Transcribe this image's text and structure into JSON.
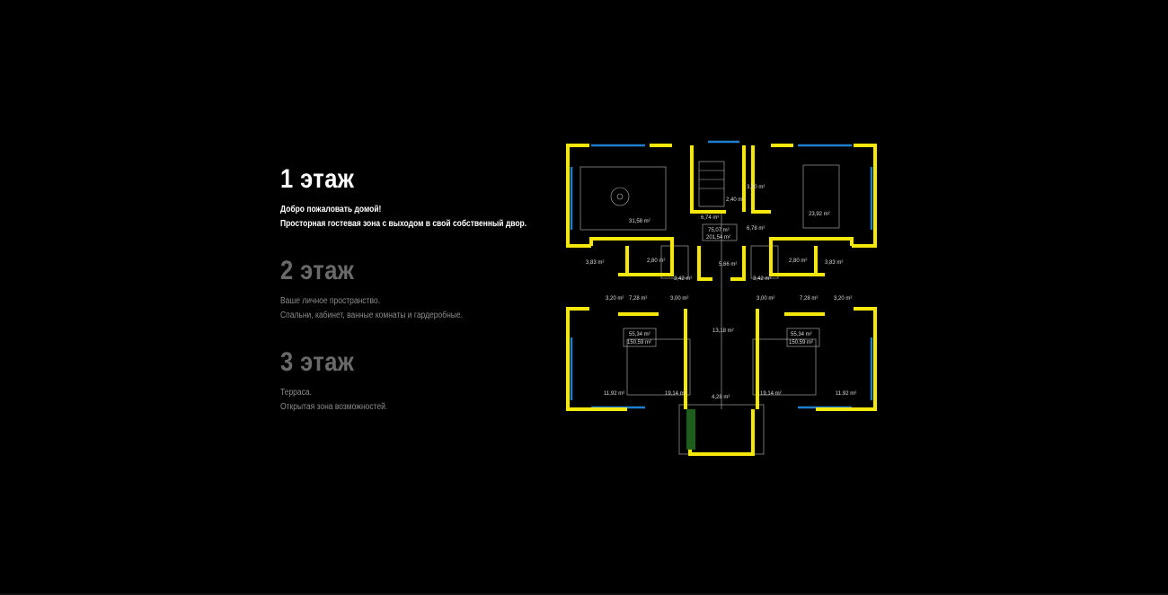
{
  "floors": [
    {
      "title": "1 этаж",
      "line1": "Добро пожаловать домой!",
      "line2": "Просторная гостевая зона с выходом в свой собственный двор.",
      "active": true
    },
    {
      "title": "2 этаж",
      "line1": "Ваше личное пространство.",
      "line2": "Спальни, кабинет, ванные комнаты и гардеробные.",
      "active": false
    },
    {
      "title": "3 этаж",
      "line1": "Терраса.",
      "line2": "Открытая зона возможностей.",
      "active": false
    }
  ],
  "plan": {
    "colors": {
      "wall": "#f5e60c",
      "window": "#1e7fd0",
      "line": "#bbbbbb",
      "green": "#1d5e1d"
    },
    "areas": {
      "living": "31,58 m²",
      "hall": "6,74 m²",
      "wc_top": "2,40 m²",
      "pantry": "3,90 m²",
      "kitchen": "23,92 m²",
      "vestibule": "6,78 m²",
      "unit_top_total": "75,07 m²",
      "unit_top_total2": "201,54 m²",
      "left_small": "3,83 m²",
      "left_wc": "2,80 m²",
      "left_stair": "3,42 m²",
      "corridor_mid": "5,66 m²",
      "right_stair": "3,42 m²",
      "right_wc": "2,80 m²",
      "right_small": "3,83 m²",
      "left_a": "3,20 m²",
      "left_b": "7,28 m²",
      "left_c": "3,00 m²",
      "right_c": "3,00 m²",
      "right_b": "7,28 m²",
      "right_a": "3,20 m²",
      "unit_left_total": "55,34 m²",
      "unit_left_total2": "150,59 m²",
      "center_corr": "13,18 m²",
      "unit_right_total": "55,34 m²",
      "unit_right_total2": "150,59 m²",
      "left_bed": "11,92 m²",
      "left_living": "19,14 m²",
      "entry": "4,28 m²",
      "right_living": "19,14 m²",
      "right_bed": "11,92 m²"
    }
  }
}
